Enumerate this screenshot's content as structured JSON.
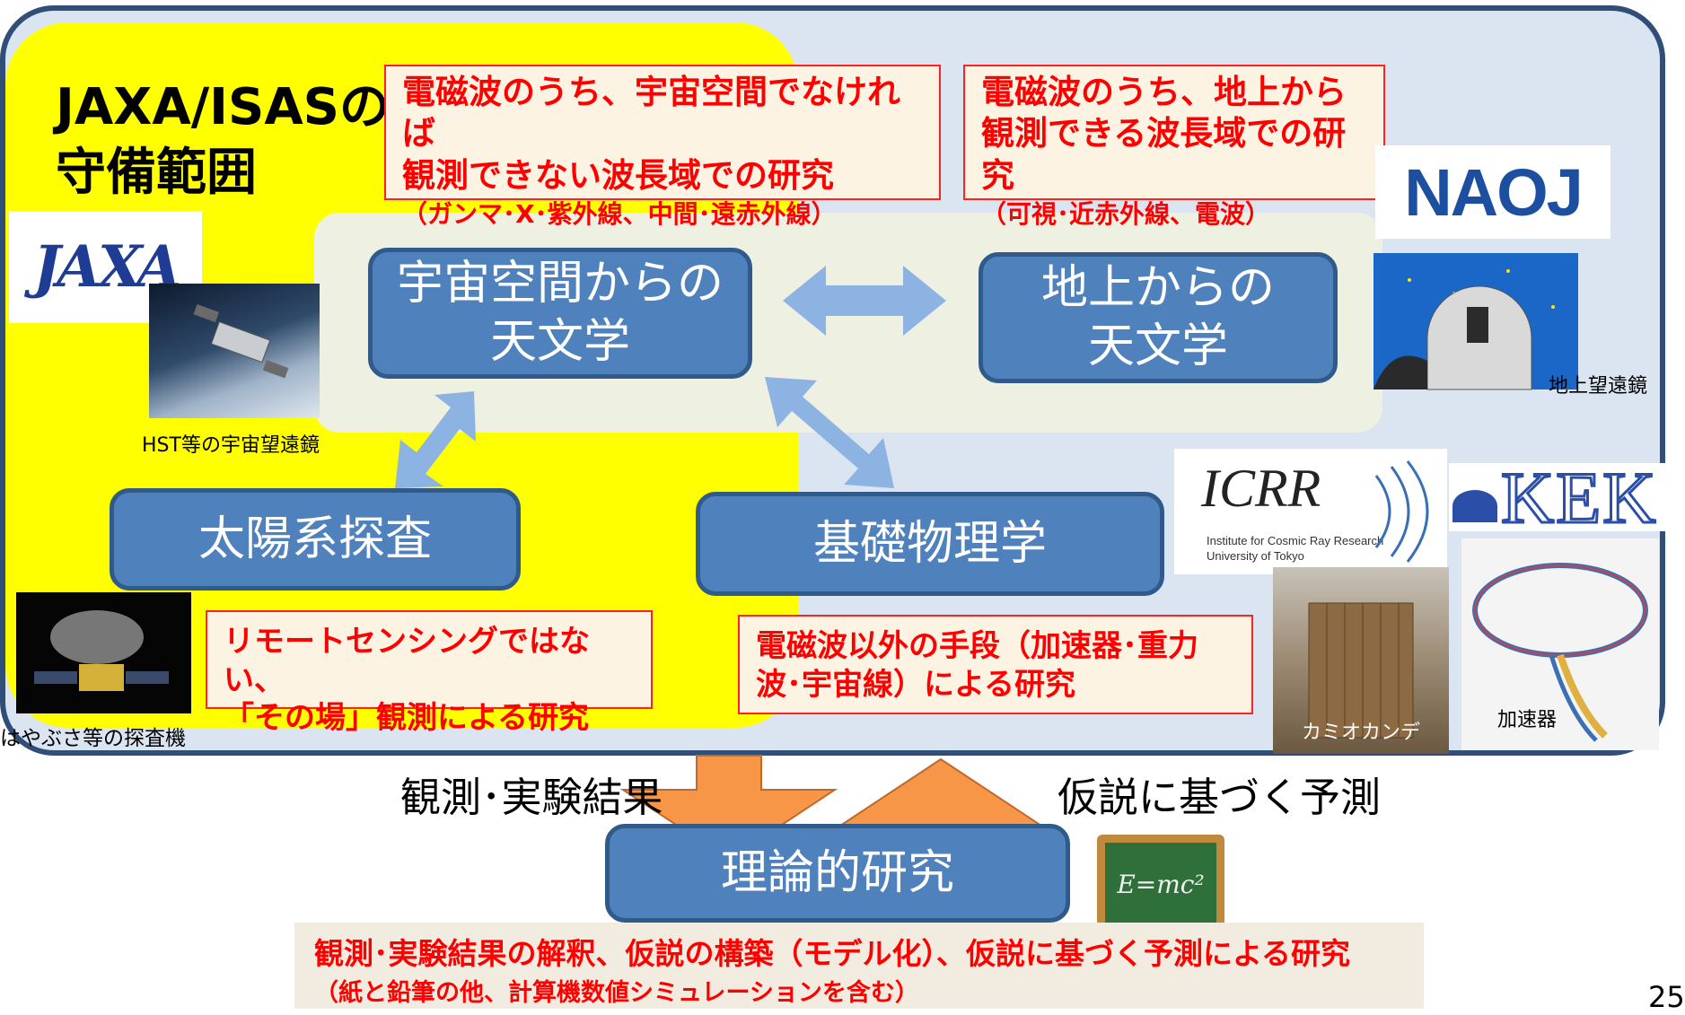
{
  "title_line1": "JAXA/ISASの",
  "title_line2": "守備範囲",
  "red_top_left": {
    "line1": "電磁波のうち、宇宙空間でなければ",
    "line2": "観測できない波長域での研究",
    "line3": "（ガンマ･X･紫外線、中間･遠赤外線）"
  },
  "red_top_right": {
    "line1": "電磁波のうち、地上から",
    "line2": "観測できる波長域での研究",
    "line3": "（可視･近赤外線、電波）"
  },
  "box_space": {
    "line1": "宇宙空間からの",
    "line2": "天文学"
  },
  "box_ground": {
    "line1": "地上からの",
    "line2": "天文学"
  },
  "box_solar": "太陽系探査",
  "box_physics": "基礎物理学",
  "box_theory": "理論的研究",
  "red_solar": {
    "line1": "リモートセンシングではない、",
    "line2": "「その場」観測による研究"
  },
  "red_physics": {
    "line1": "電磁波以外の手段（加速器･重力",
    "line2": "波･宇宙線）による研究"
  },
  "label_results": "観測･実験結果",
  "label_prediction": "仮説に基づく予測",
  "bottom_text": {
    "line1": "観測･実験結果の解釈、仮説の構築（モデル化）、仮説に基づく予測による研究",
    "line2": "（紙と鉛筆の他、計算機数値シミュレーションを含む）"
  },
  "captions": {
    "hst": "HST等の宇宙望遠鏡",
    "hayabusa": "はやぶさ等の探査機",
    "ground_telescope": "地上望遠鏡",
    "kamiokande": "カミオカンデ",
    "accelerator": "加速器"
  },
  "logos": {
    "jaxa": "JAXA",
    "naoj": "NAOJ",
    "icrr": "ICRR",
    "icrr_sub1": "Institute for Cosmic Ray Research",
    "icrr_sub2": "University of Tokyo",
    "kek": "KEK"
  },
  "blackboard_text": "E=mc²",
  "page_number": "25",
  "colors": {
    "frame_bg": "#dbe5f1",
    "frame_border": "#2f4f78",
    "yellow_area": "#ffff00",
    "box_blue": "#4f81bd",
    "red_text": "#ff0000",
    "arrow_blue": "#8db3e2",
    "arrow_orange": "#f79646"
  }
}
